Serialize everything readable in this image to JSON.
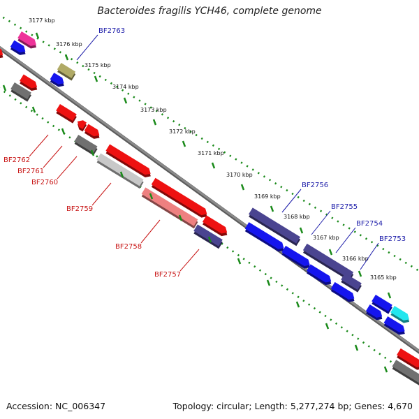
{
  "title": "Bacteroides fragilis YCH46, complete genome",
  "footer": {
    "accession": "Accession: NC_006347",
    "summary": "Topology: circular; Length: 5,277,274 bp; Genes: 4,670"
  },
  "colors": {
    "backbone": "#8a8a8a",
    "tick_dots": "#1a8a1a",
    "label_blue": "#1a1aa8",
    "label_red": "#c81414"
  },
  "ticks": [
    "3177 kbp",
    "3176 kbp",
    "3175 kbp",
    "3174 kbp",
    "3173 kbp",
    "3172 kbp",
    "3171 kbp",
    "3170 kbp",
    "3169 kbp",
    "3168 kbp",
    "3167 kbp",
    "3166 kbp",
    "3165 kbp"
  ],
  "labels": [
    {
      "name": "BF2763",
      "color": "blue"
    },
    {
      "name": "BF2756",
      "color": "blue"
    },
    {
      "name": "BF2755",
      "color": "blue"
    },
    {
      "name": "BF2754",
      "color": "blue"
    },
    {
      "name": "BF2753",
      "color": "blue"
    },
    {
      "name": "BF2762",
      "color": "red"
    },
    {
      "name": "BF2761",
      "color": "red"
    },
    {
      "name": "BF2760",
      "color": "red"
    },
    {
      "name": "BF2759",
      "color": "red"
    },
    {
      "name": "BF2758",
      "color": "red"
    },
    {
      "name": "BF2757",
      "color": "red"
    }
  ]
}
